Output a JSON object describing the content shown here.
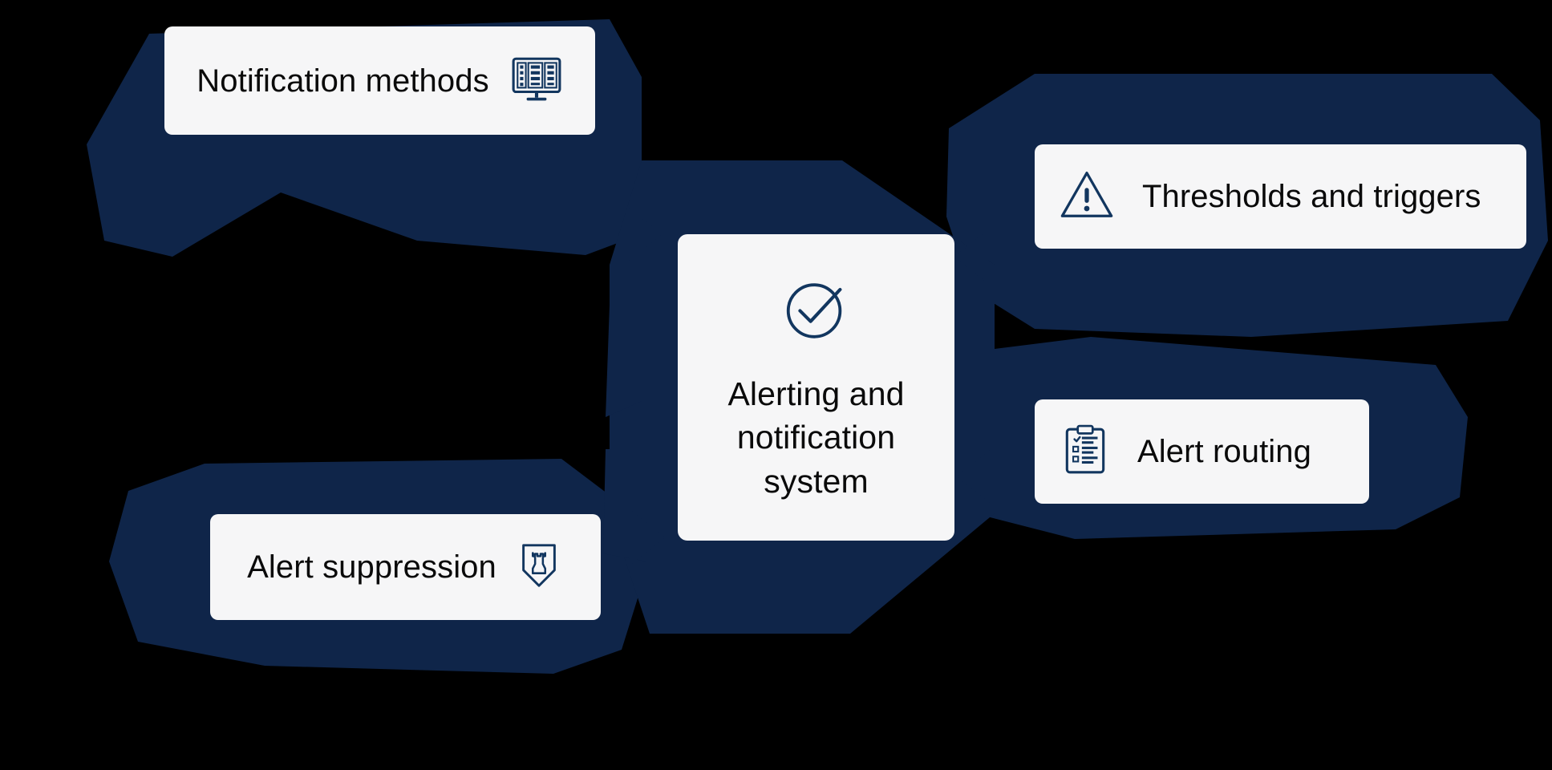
{
  "diagram": {
    "title": "Alerting and notification system",
    "type": "hub-and-spoke",
    "colors": {
      "background": "#000000",
      "connector_navy": "#0f2549",
      "node_surface": "#f6f6f7",
      "node_text": "#0a0a0a",
      "icon_navy": "#12365f"
    },
    "hub": {
      "label": "Alerting and notification system",
      "icon": "circle-check-icon"
    },
    "nodes": [
      {
        "id": "notification-methods",
        "label": "Notification methods",
        "icon": "monitor-list-icon",
        "position": "top-left",
        "icon_side": "right"
      },
      {
        "id": "thresholds-triggers",
        "label": "Thresholds and triggers",
        "icon": "warning-triangle-icon",
        "position": "top-right",
        "icon_side": "left"
      },
      {
        "id": "alert-routing",
        "label": "Alert routing",
        "icon": "clipboard-checklist-icon",
        "position": "right",
        "icon_side": "left"
      },
      {
        "id": "alert-suppression",
        "label": "Alert suppression",
        "icon": "shield-tower-icon",
        "position": "bottom-left",
        "icon_side": "right"
      }
    ]
  }
}
